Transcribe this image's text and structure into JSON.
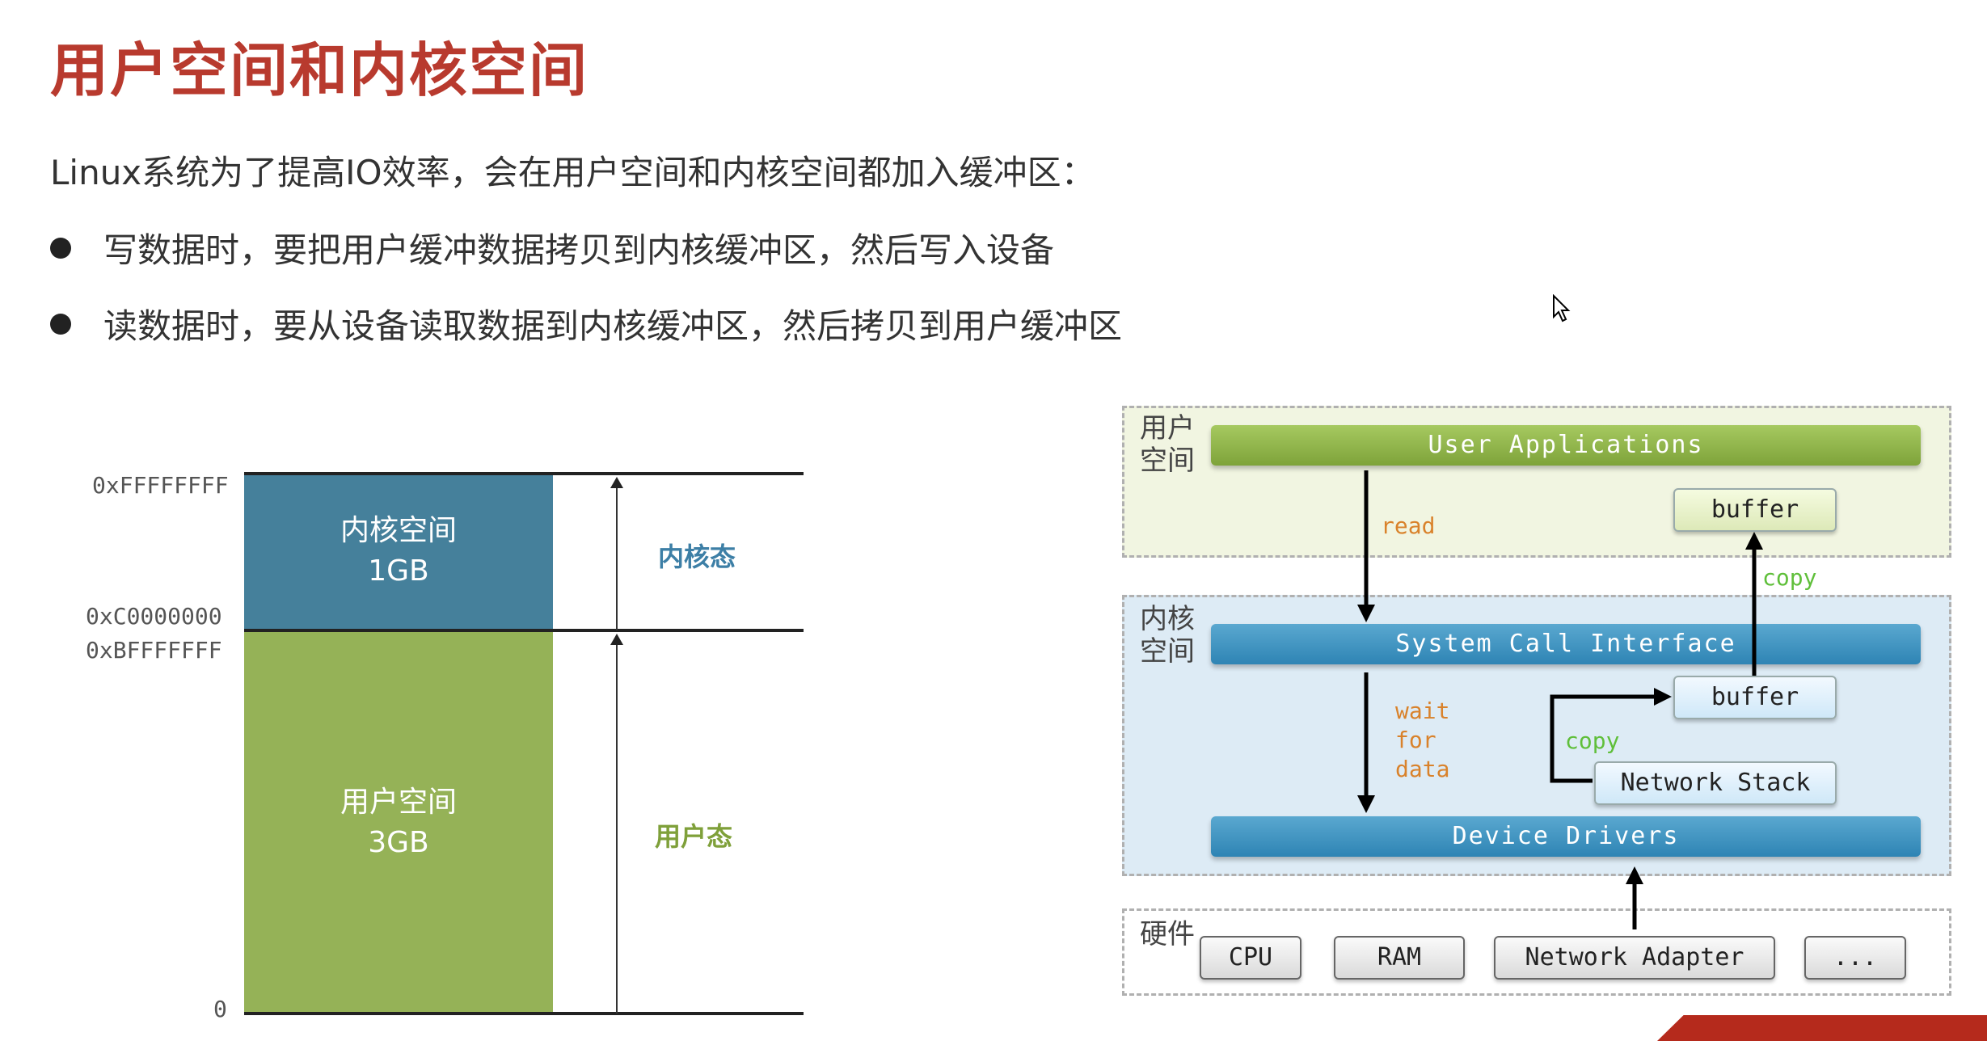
{
  "title": "用户空间和内核空间",
  "intro": "Linux系统为了提高IO效率，会在用户空间和内核空间都加入缓冲区：",
  "bullets": [
    "写数据时，要把用户缓冲数据拷贝到内核缓冲区，然后写入设备",
    "读数据时，要从设备读取数据到内核缓冲区，然后拷贝到用户缓冲区"
  ],
  "memory": {
    "addresses": [
      "0xFFFFFFFF",
      "0xC0000000",
      "0xBFFFFFFF",
      "0"
    ],
    "kernel_block": {
      "name": "内核空间",
      "size": "1GB",
      "color": "#45809b"
    },
    "user_block": {
      "name": "用户空间",
      "size": "3GB",
      "color": "#95b257"
    },
    "kernel_state": {
      "label": "内核态",
      "color": "#3d7fa6"
    },
    "user_state": {
      "label": "用户态",
      "color": "#7fa03a"
    }
  },
  "arch": {
    "user_region_label": [
      "用户",
      "空间"
    ],
    "kernel_region_label": [
      "内核",
      "空间"
    ],
    "hardware_region_label": "硬件",
    "user_applications": "User Applications",
    "user_buffer": "buffer",
    "system_call_interface": "System Call Interface",
    "kernel_buffer": "buffer",
    "network_stack": "Network Stack",
    "device_drivers": "Device Drivers",
    "hardware": [
      "CPU",
      "RAM",
      "Network Adapter",
      "..."
    ],
    "read_note": "read",
    "copy_up_note": "copy",
    "wait_note": [
      "wait",
      "for",
      "data"
    ],
    "copy_note": "copy",
    "colors": {
      "user_region_bg": "#f1f5e1",
      "kernel_region_bg": "#ddebf5",
      "orange": "#d9822b",
      "green": "#5fbf3a"
    }
  }
}
